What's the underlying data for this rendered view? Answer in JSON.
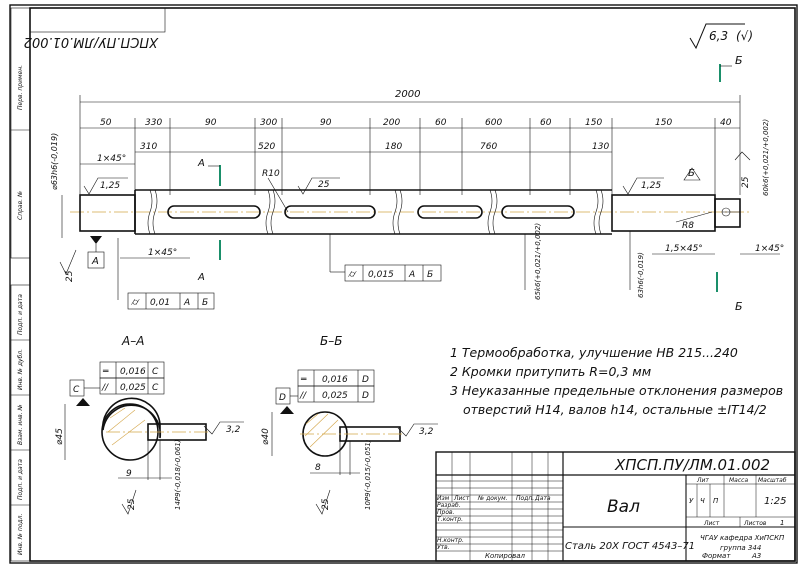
{
  "stamp_mirrored": "ХПСП.ПУ/ЛМ.01.002",
  "roughness_general": "6,3",
  "roughness_general_paren": "(√)",
  "dims_top": {
    "overall": "2000",
    "segments": [
      "50",
      "330",
      "90",
      "300",
      "90",
      "200",
      "60",
      "600",
      "60",
      "150",
      "150",
      "40"
    ],
    "second_row": [
      "310",
      "520",
      "180",
      "760",
      "130"
    ],
    "chamfer_left": "1×45°",
    "chamfer_bottom": "1×45°",
    "chamfer_right1": "1,5×45°",
    "chamfer_right2": "1×45°",
    "radius_r10": "R10",
    "radius_r8": "R8",
    "dim_25": "25"
  },
  "diameters": {
    "left": "⌀63h6(-0,019)",
    "mid": "65k6(+0,021/+0,002)",
    "right1": "63h6(-0,019)",
    "right2": "60k6(+0,021/+0,002)"
  },
  "roughness_marks": [
    "1,25",
    "25",
    "1,25",
    "25"
  ],
  "section_labels": {
    "a": "А",
    "b": "Б"
  },
  "tolerance_frames": [
    {
      "sym": "⌭",
      "val": "0,01",
      "base1": "А",
      "base2": "Б"
    },
    {
      "sym": "⌭",
      "val": "0,015",
      "base1": "А",
      "base2": "Б"
    }
  ],
  "datum_a": "А",
  "section_aa": {
    "title": "А–А",
    "flat_val": "0,016",
    "flat_base": "С",
    "sym_val": "0,025",
    "sym_base": "С",
    "datum": "С",
    "diameter": "⌀45",
    "width": "9",
    "depth": "14P9(-0,018/-0,061)",
    "rough": "3,2",
    "rough2": "25"
  },
  "section_bb": {
    "title": "Б–Б",
    "flat_val": "0,016",
    "flat_base": "D",
    "sym_val": "0,025",
    "sym_base": "D",
    "datum": "D",
    "diameter": "⌀40",
    "width": "8",
    "depth": "10P9(-0,015/-0,051)",
    "rough": "3,2",
    "rough2": "25"
  },
  "notes": [
    "1 Термообработка, улучшение НВ 215...240",
    "2 Кромки притупить R=0,3 мм",
    "3 Неуказанные предельные отклонения размеров",
    "отверстий Н14, валов h14, остальные ±IT14/2"
  ],
  "title_block": {
    "doc_code": "ХПСП.ПУ/ЛМ.01.002",
    "name": "Вал",
    "material": "Сталь 20Х ГОСТ 4543–71",
    "org_line1": "ЧГАУ кафедра ХиПСКП",
    "org_line2": "группа 344",
    "headers": {
      "lit": "Лит",
      "mass": "Масса",
      "scale": "Масштаб"
    },
    "lit_vals": [
      "У",
      "Ч",
      "П"
    ],
    "scale": "1:25",
    "sheet": "Лист",
    "sheets": "Листов",
    "sheets_count": "1",
    "rows": {
      "izm": "Изм",
      "list": "Лист",
      "ndoc": "№ докум.",
      "sign": "Подп.",
      "date": "Дата",
      "razrab": "Разраб.",
      "prov": "Пров.",
      "tkontr": "Т.контр.",
      "nkontr": "Н.контр.",
      "utv": "Утв."
    },
    "copied": "Копировал",
    "format": "Формат",
    "format_val": "А3"
  },
  "side_strip": [
    "Перв. примен.",
    "Справ. №",
    "Подп. и дата",
    "Инв. № дубл.",
    "Взам. инв. №",
    "Подп. и дата",
    "Инв. № подл."
  ]
}
